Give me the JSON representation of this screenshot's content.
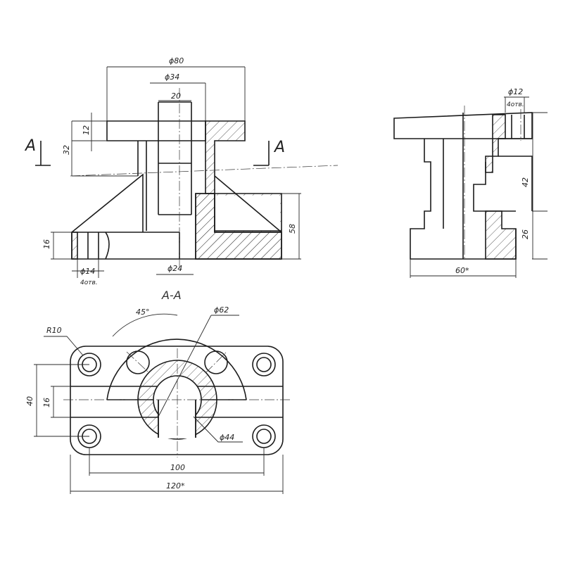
{
  "dimensions": {
    "d80": "ϕ80",
    "d34": "ϕ34",
    "w20": "20",
    "h12": "12",
    "h32": "32",
    "h58": "58",
    "h16": "16",
    "d14": "ϕ14",
    "holes4": "4отв.",
    "d24": "ϕ24",
    "d12": "ϕ12",
    "holes4_side": "4отв.",
    "side_h42": "42",
    "side_h26": "26",
    "w60": "60*",
    "r10": "R10",
    "ang45": "45°",
    "d62": "ϕ62",
    "d44": "ϕ44",
    "h40": "40",
    "h16_plan": "16",
    "w100": "100",
    "w120": "120*"
  },
  "labels": {
    "cut_left": "A",
    "cut_right": "A",
    "section": "A-A"
  }
}
